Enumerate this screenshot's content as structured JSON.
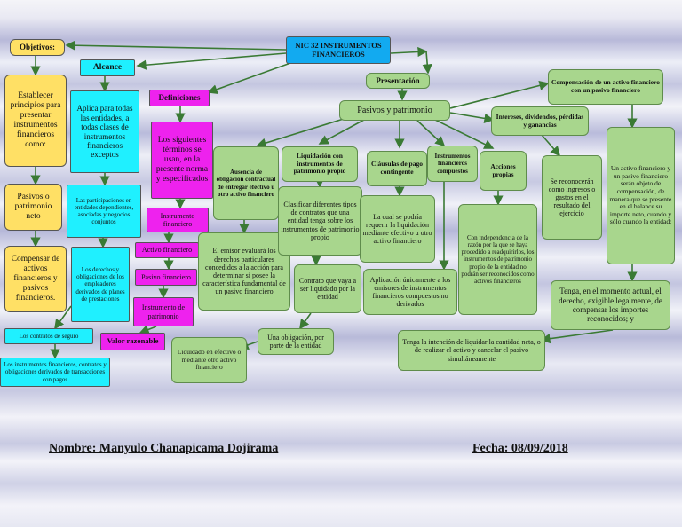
{
  "diagram": {
    "title": "NIC 32 INSTRUMENTOS FINANCIEROS",
    "left": {
      "objetivos": "Objetivos:",
      "obj1": "Establecer principios para presentar instrumentos financieros como:",
      "obj2": "Pasivos o patrimonio neto",
      "obj3": "Compensar de activos financieros y pasivos financieros.",
      "alcance": "Alcance",
      "alc1": "Aplica para todas las entidades, a todas clases de instrumentos financieros exceptos",
      "alc2": "Las participaciones en entidades dependientes, asociadas y negocios conjuntos",
      "alc3": "Los derechos y obligaciones de los empleadores derivados de planes de prestaciones",
      "alc4": "Los contratos de seguro",
      "alc5": "Los instrumentos financieros, contratos y obligaciones derivados de transacciones con pagos",
      "definiciones": "Definiciones",
      "def1": "Los siguientes términos se usan, en la presente norma y especificados",
      "def2": "Instrumento financiero",
      "def3": "Activo financiero",
      "def4": "Pasivo financiero",
      "def5": "Instrumento de patrimonio",
      "def6": "Valor razonable"
    },
    "center": {
      "presentacion": "Presentación",
      "pasivos_patrimonio": "Pasivos y patrimonio",
      "ausencia": "Ausencia de obligación contractual de entregar efectivo u otro activo financiero",
      "emisor": "El emisor evaluará los derechos particulares concedidos a la acción para determinar si posee la característica fundamental de un pasivo financiero",
      "liquidacion": "Liquidación con instrumentos de patrimonio propio",
      "clasificar": "Clasificar diferentes tipos de contratos que una entidad tenga sobre los instrumentos de patrimonio propio",
      "contrato": "Contrato que vaya a ser liquidado por la entidad",
      "obligacion": "Una obligación, por parte de la entidad",
      "liquidado": "Liquidado en efectivo o mediante otro activo financiero",
      "clausulas": "Cláusulas de pago contingente",
      "cual": "La cual se podría requerir la liquidación mediante efectivo u otro activo financiero",
      "compuestos": "Instrumentos financieros compuestos",
      "aplicacion": "Aplicación únicamente a los emisores de instrumentos financieros compuestos no derivados",
      "acciones": "Acciones propias",
      "independencia": "Con independencia de la razón por la que se haya procedido a readquirirlos, los instrumentos de patrimonio propio de la entidad no podrán ser reconocidos como activos financieros"
    },
    "right": {
      "intereses": "Intereses, dividendos, pérdidas y ganancias",
      "reconoceran": "Se reconocerán como ingresos o gastos en el resultado del ejercicio",
      "compensacion": "Compensación de un activo financiero con un pasivo financiero",
      "un_activo": "Un activo financiero y un pasivo financiero serán objeto de compensación, de manera que se presente en el balance su importe neto, cuando y sólo cuando la entidad:",
      "tenga1": "Tenga, en el momento actual, el derecho, exigible legalmente, de compensar los importes reconocidos; y",
      "tenga2": "Tenga la intención de liquidar la cantidad neta, o de realizar el activo y cancelar el pasivo simultáneamente"
    }
  },
  "footer": {
    "nombre": "Nombre: Manyulo Chanapicama Dojirama",
    "fecha": "Fecha: 08/09/2018"
  }
}
